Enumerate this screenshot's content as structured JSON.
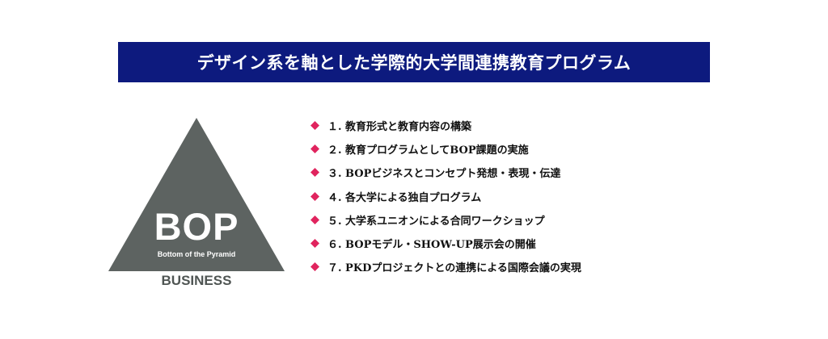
{
  "title": "デザイン系を軸とした学際的大学間連携教育プログラム",
  "logo": {
    "main": "BOP",
    "sub": "Bottom of the Pyramid",
    "caption": "BUSINESS",
    "triangle_color": "#5d6361"
  },
  "colors": {
    "title_bar": "#0d1a7e",
    "bullet": "#e0245e"
  },
  "bullet_icon": "diamond-icon",
  "items": [
    "１. 教育形式と教育内容の構築",
    "２. 教育プログラムとしてBOP課題の実施",
    "３. BOPビジネスとコンセプト発想・表現・伝達",
    "４. 各大学による独自プログラム",
    "５. 大学系ユニオンによる合同ワークショップ",
    "６. BOPモデル・SHOW-UP展示会の開催",
    "７. PKDプロジェクトとの連携による国際会議の実現"
  ]
}
